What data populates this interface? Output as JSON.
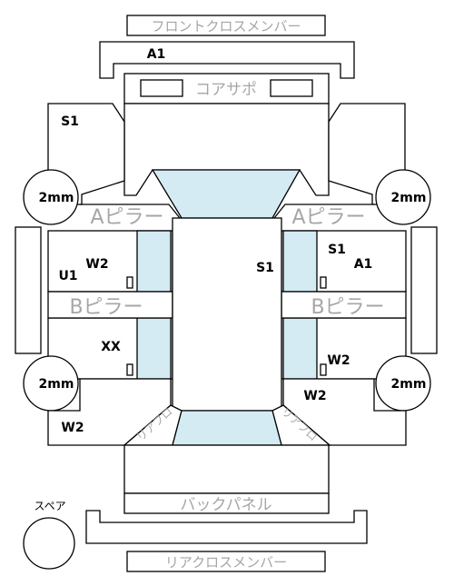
{
  "labels": {
    "front_cross_member": "フロントクロスメンバー",
    "core_support": "コアサポ",
    "a_pillar": "Aピラー",
    "b_pillar": "Bピラー",
    "back_panel": "バックパネル",
    "rear_cross_member": "リアクロスメンバー",
    "spare": "スペア",
    "rear_left_diag": "リアフロ",
    "rear_right_diag": "リアフロ"
  },
  "codes": {
    "front_cross_member": "A1",
    "front_left_inner": "S1",
    "center_left_upper": "W2",
    "center_left_upper_b": "U1",
    "center_left_lower": "XX",
    "rear_left": "W2",
    "center_right": "S1",
    "right_upper_a": "S1",
    "right_upper_b": "A1",
    "right_lower": "W2",
    "rear_right": "W2"
  },
  "wheels": {
    "front_left": "2mm",
    "front_right": "2mm",
    "rear_left": "2mm",
    "rear_right": "2mm"
  }
}
